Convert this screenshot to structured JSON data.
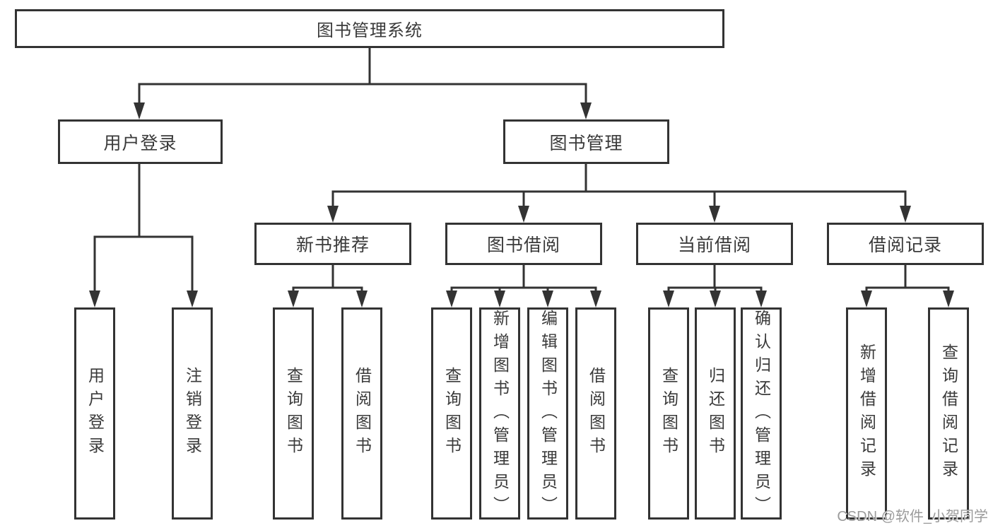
{
  "colors": {
    "line": "#333333",
    "text": "#3a3a3a",
    "watermark": "#9b9b9b"
  },
  "watermark": "CSDN @软件_小贺同学",
  "tree": {
    "root": "图书管理系统",
    "children": [
      {
        "label": "用户登录",
        "children": [
          "用户登录",
          "注销登录"
        ]
      },
      {
        "label": "图书管理",
        "children": [
          {
            "label": "新书推荐",
            "children": [
              "查询图书",
              "借阅图书"
            ]
          },
          {
            "label": "图书借阅",
            "children": [
              "查询图书",
              "新增图书（管理员）",
              "编辑图书（管理员）",
              "借阅图书"
            ]
          },
          {
            "label": "当前借阅",
            "children": [
              "查询图书",
              "归还图书",
              "确认归还（管理员）"
            ]
          },
          {
            "label": "借阅记录",
            "children": [
              "新增借阅记录",
              "查询借阅记录"
            ]
          }
        ]
      }
    ]
  }
}
